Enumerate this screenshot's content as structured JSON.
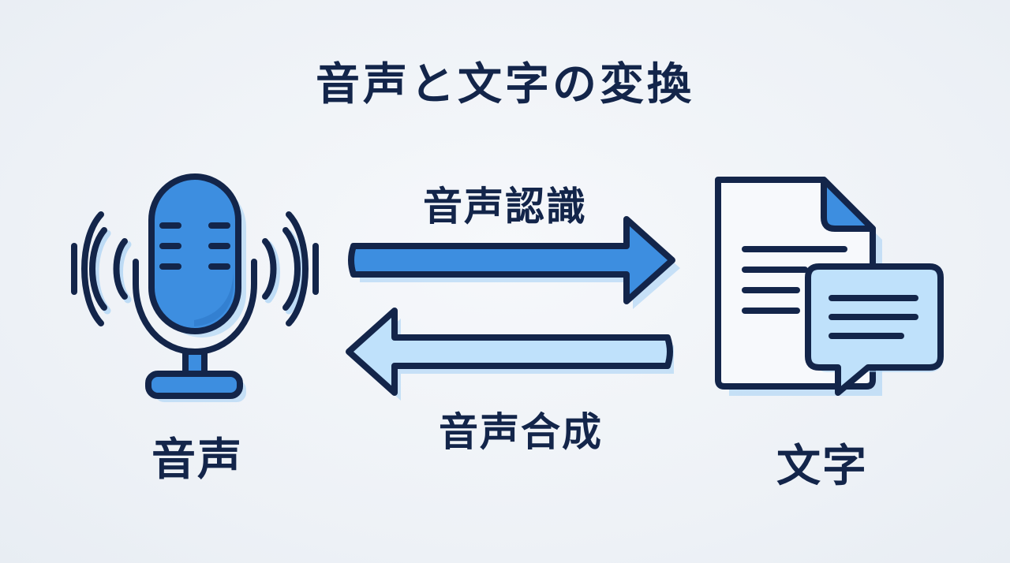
{
  "title": "音声と文字の変換",
  "arrows": {
    "forward_label": "音声認識",
    "backward_label": "音声合成"
  },
  "nodes": {
    "voice_label": "音声",
    "text_label": "文字"
  },
  "icons": {
    "left": "microphone-icon",
    "right": "document-with-speech-bubble-icon"
  },
  "colors": {
    "outline": "#13254a",
    "primary_blue": "#3d8ee0",
    "light_blue": "#bfe1fb",
    "shadow_blue": "#a9d2f5",
    "background": "#eef2f7"
  }
}
